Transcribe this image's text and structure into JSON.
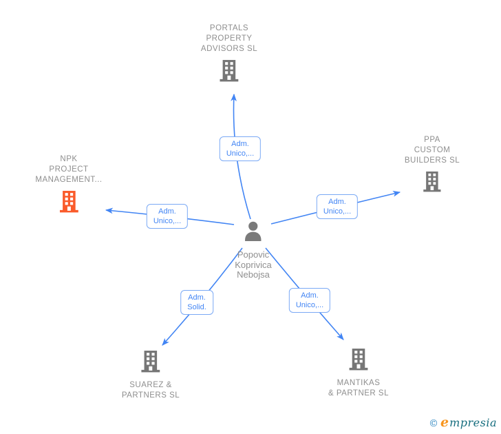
{
  "colors": {
    "edge_blue": "#4285f4",
    "label_text_blue": "#4285f4",
    "label_border_blue": "#7aa9f5",
    "company_text_gray": "#8e8e8e",
    "icon_gray": "#767676",
    "icon_orange": "#fa5b2b",
    "watermark_copyright_blue": "#2e86c1",
    "watermark_orange": "#f7941d",
    "watermark_teal": "#166d7e"
  },
  "center_person": {
    "name_lines": [
      "Popovic",
      "Koprivica",
      "Nebojsa"
    ]
  },
  "companies": {
    "portals": {
      "lines": [
        "PORTALS",
        "PROPERTY",
        "ADVISORS  SL"
      ]
    },
    "ppa": {
      "lines": [
        "PPA",
        "CUSTOM",
        "BUILDERS  SL"
      ]
    },
    "npk": {
      "lines": [
        "NPK",
        "PROJECT",
        "MANAGEMENT..."
      ]
    },
    "suarez": {
      "lines": [
        "SUAREZ &",
        "PARTNERS  SL"
      ]
    },
    "mantikas": {
      "lines": [
        "MANTIKAS",
        "& PARTNER SL"
      ]
    }
  },
  "edge_labels": {
    "to_portals": {
      "lines": [
        "Adm.",
        "Unico,..."
      ]
    },
    "to_npk": {
      "lines": [
        "Adm.",
        "Unico,..."
      ]
    },
    "to_ppa": {
      "lines": [
        "Adm.",
        "Unico,..."
      ]
    },
    "to_suarez": {
      "lines": [
        "Adm.",
        "Solid."
      ]
    },
    "to_mantikas": {
      "lines": [
        "Adm.",
        "Unico,..."
      ]
    }
  },
  "watermark": {
    "copyright": "©",
    "brand_initial": "e",
    "brand_rest": "mpresia"
  }
}
